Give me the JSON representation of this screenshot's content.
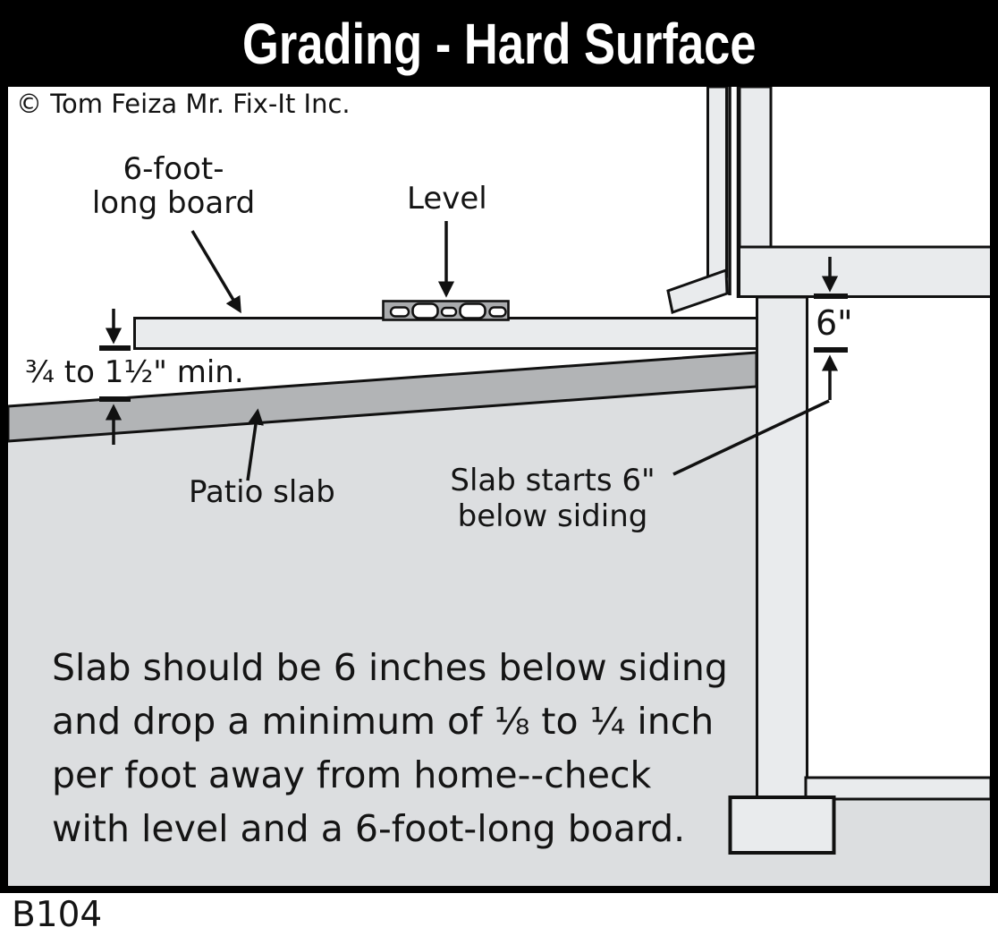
{
  "title_bar": {
    "title": "Grading - Hard Surface"
  },
  "copyright": "© Tom Feiza Mr. Fix-It Inc.",
  "figure_code": "B104",
  "callouts": {
    "board": {
      "line1": "6-foot-",
      "line2": "long board"
    },
    "level": "Level",
    "min_drop_dimension": "¾ to 1½\" min.",
    "patio_slab": "Patio slab",
    "slab_start": {
      "line1": "Slab starts 6\"",
      "line2": "below siding"
    },
    "siding_clearance": "6\""
  },
  "note": {
    "lines": [
      "Slab should be 6 inches below siding",
      "and drop a minimum of ⅛ to ¼ inch",
      "per foot away from home--check",
      "with level and a 6-foot-long board."
    ]
  },
  "colors": {
    "title_bg": "#000000",
    "title_text": "#ffffff",
    "line": "#111111",
    "slab_gray": "#b2b4b6",
    "ground_gray": "#dcdee0",
    "structure_gray": "#e9ebed",
    "level_gray": "#a9abad"
  }
}
